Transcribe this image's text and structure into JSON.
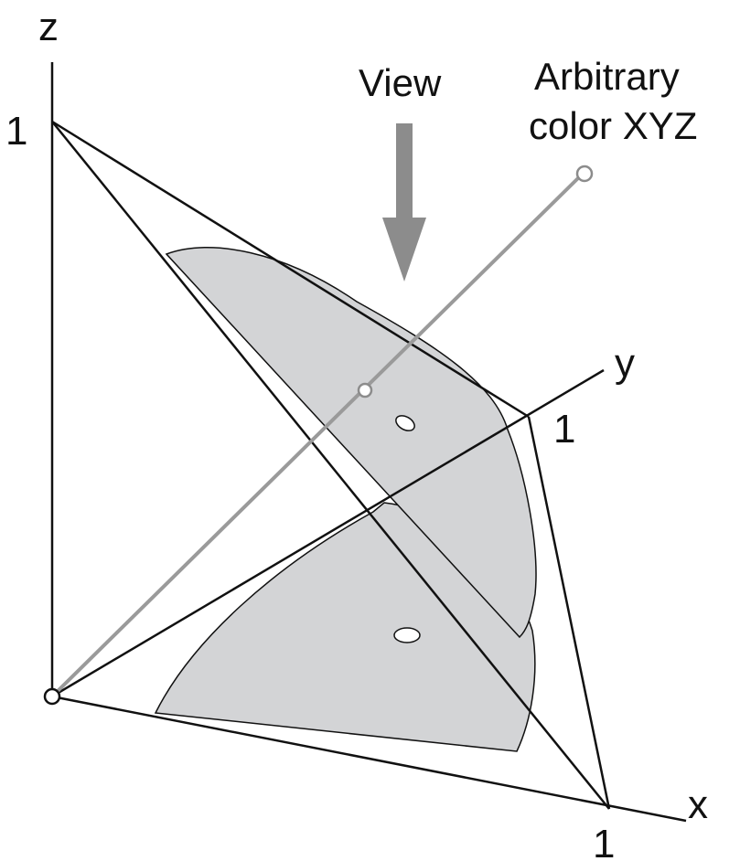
{
  "axes": {
    "z_label": "z",
    "y_label": "y",
    "x_label": "x",
    "z_tick": "1",
    "y_tick": "1",
    "x_tick": "1"
  },
  "annotations": {
    "view_label": "View",
    "arbitrary_line1": "Arbitrary",
    "arbitrary_line2": "color XYZ"
  },
  "colors": {
    "stroke": "#111111",
    "gamut_fill": "#d3d4d6",
    "ray": "#9a9a9a",
    "arrow": "#8c8c8c"
  }
}
